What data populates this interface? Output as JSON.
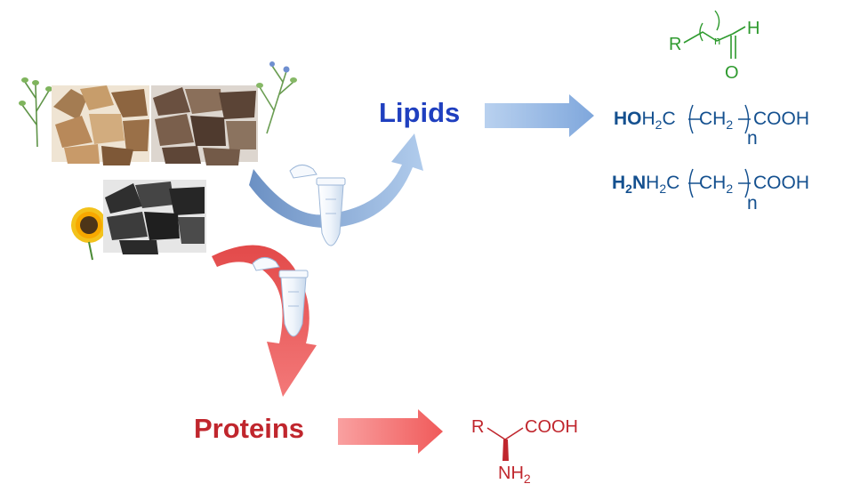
{
  "labels": {
    "lipids": "Lipids",
    "proteins": "Proteins"
  },
  "aldehyde": {
    "r": "R",
    "n": "n",
    "h": "H",
    "o": "O"
  },
  "hydroxy_acid": {
    "lead": "HO",
    "h2c": "H",
    "h2c_sub": "2",
    "h2c_c": "C",
    "ch2": "CH",
    "ch2_sub": "2",
    "cooh": "COOH",
    "n": "n"
  },
  "amino_acid_chain": {
    "lead": "H",
    "lead_sub": "2",
    "lead_n": "N",
    "h2c": "H",
    "h2c_sub": "2",
    "h2c_c": "C",
    "ch2": "CH",
    "ch2_sub": "2",
    "cooh": "COOH",
    "n": "n"
  },
  "amino_acid": {
    "r": "R",
    "cooh": "COOH",
    "nh": "NH",
    "nh_sub": "2"
  },
  "colors": {
    "lipids_text": "#1f3fbf",
    "proteins_text": "#c0262d",
    "green_structure": "#2e9a2e",
    "navy_structure": "#14508f",
    "red_structure": "#c0262d",
    "blue_arrow": "#8fb4e0",
    "red_arrow": "#f07070"
  }
}
